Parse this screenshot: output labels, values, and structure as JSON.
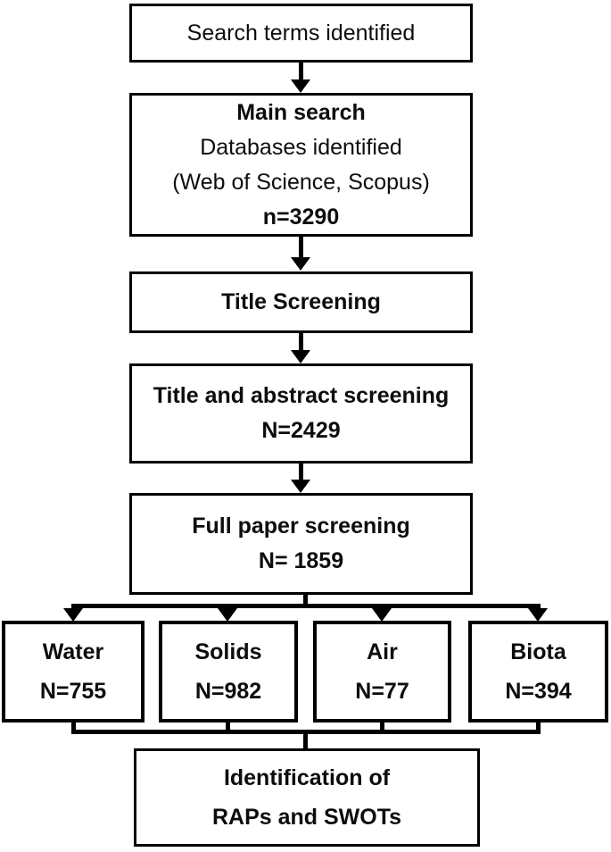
{
  "colors": {
    "line": "#000000",
    "box_border": "#000000",
    "background": "#ffffff",
    "text": "#0d0d0d"
  },
  "boxes": {
    "search_terms": {
      "line1": "Search terms identified"
    },
    "main_search": {
      "line1": "Main search",
      "line2": "Databases identified",
      "line3": "(Web of Science, Scopus)",
      "line4": "n=3290"
    },
    "title_screening": {
      "line1": "Title Screening"
    },
    "title_abstract_screening": {
      "line1": "Title and abstract screening",
      "line2": "N=2429"
    },
    "full_paper_screening": {
      "line1": "Full paper screening",
      "line2": "N= 1859"
    },
    "water": {
      "line1": "Water",
      "line2": "N=755"
    },
    "solids": {
      "line1": "Solids",
      "line2": "N=982"
    },
    "air": {
      "line1": "Air",
      "line2": "N=77"
    },
    "biota": {
      "line1": "Biota",
      "line2": "N=394"
    },
    "identification": {
      "line1": "Identification of",
      "line2": "RAPs and SWOTs"
    }
  }
}
